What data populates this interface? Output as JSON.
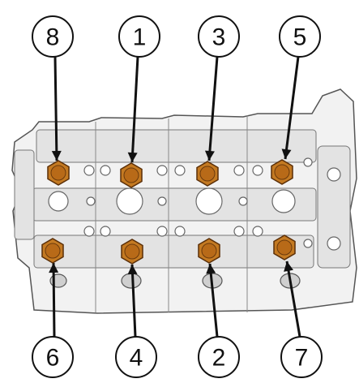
{
  "diagram": {
    "bolts": [
      {
        "id": "bolt-8",
        "label": "8"
      },
      {
        "id": "bolt-1",
        "label": "1"
      },
      {
        "id": "bolt-3",
        "label": "3"
      },
      {
        "id": "bolt-5",
        "label": "5"
      },
      {
        "id": "bolt-6",
        "label": "6"
      },
      {
        "id": "bolt-4",
        "label": "4"
      },
      {
        "id": "bolt-2",
        "label": "2"
      },
      {
        "id": "bolt-7",
        "label": "7"
      }
    ],
    "colors": {
      "bolt": "#c47a22",
      "bolt_dark": "#6b3a0c",
      "line": "#111111",
      "casting": "#f2f2f2"
    }
  }
}
